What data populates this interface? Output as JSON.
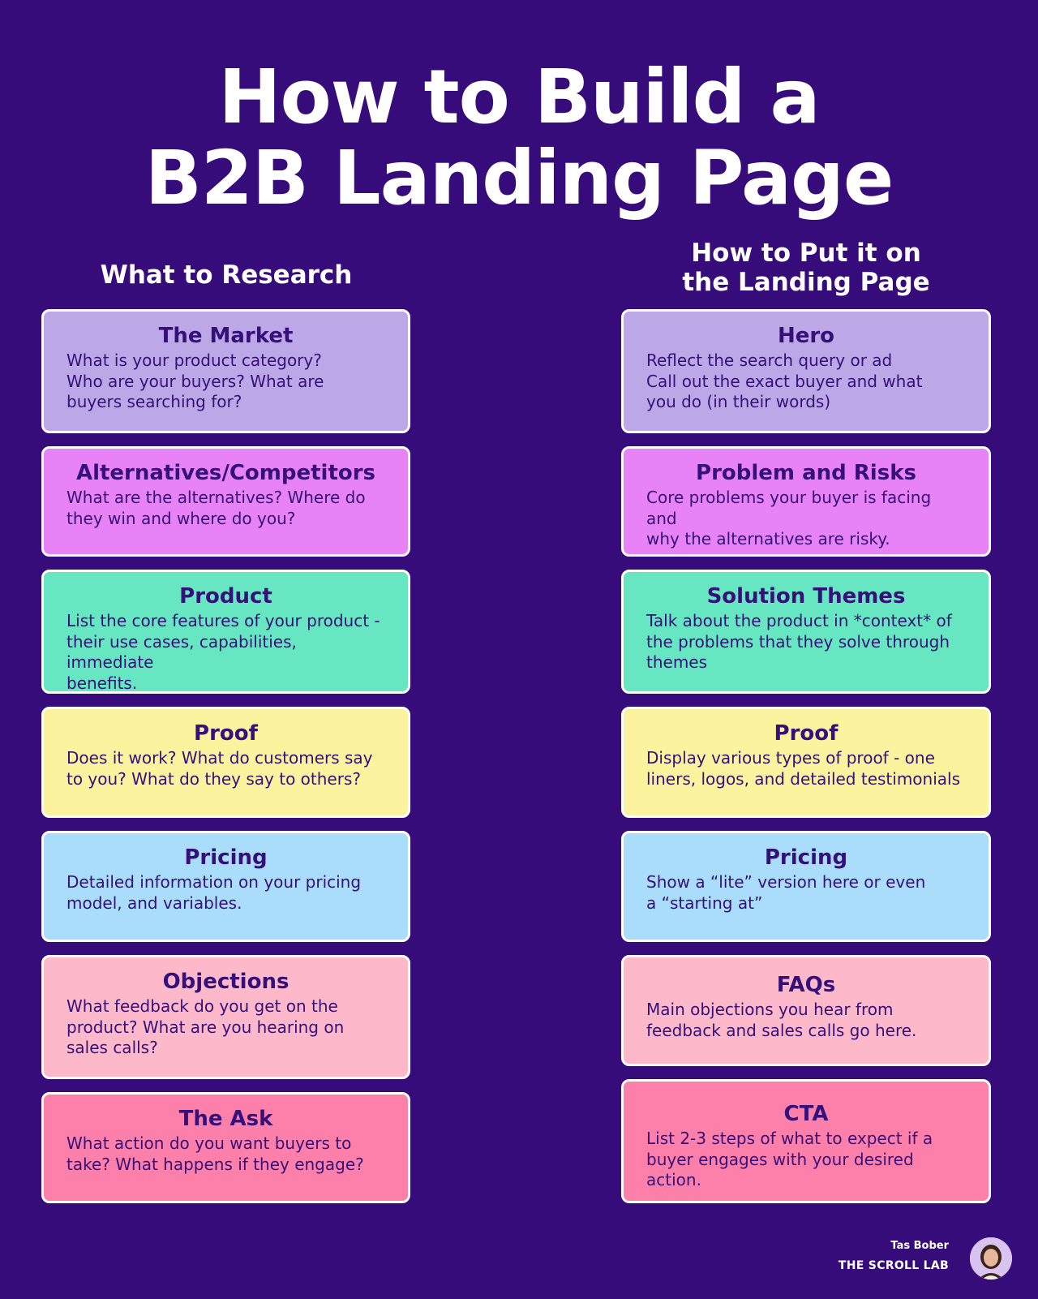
{
  "title": {
    "line1": "How to Build a",
    "line2": "B2B Landing Page"
  },
  "left_column": {
    "heading": "What to Research",
    "cards": [
      {
        "title": "The Market",
        "body": "What is your product category?\nWho are your buyers? What are\nbuyers searching for?",
        "color": "#bca8e6"
      },
      {
        "title": "Alternatives/Competitors",
        "body": "What are the alternatives? Where do\nthey win and where do you?",
        "color": "#e882f7"
      },
      {
        "title": "Product",
        "body": "List the core features of your product -\ntheir use cases, capabilities, immediate\nbenefits.",
        "color": "#66e6c1"
      },
      {
        "title": "Proof",
        "body": "Does it work? What do customers say\nto you? What do they say to others?",
        "color": "#fbf39d"
      },
      {
        "title": "Pricing",
        "body": "Detailed information on your pricing\nmodel, and variables.",
        "color": "#aadcfc"
      },
      {
        "title": "Objections",
        "body": "What feedback do you get on the\nproduct? What are you hearing on\nsales calls?",
        "color": "#fdb8c9"
      },
      {
        "title": "The Ask",
        "body": "What action do you want buyers to\ntake? What happens if they engage?",
        "color": "#fd80aa"
      }
    ]
  },
  "right_column": {
    "heading_line1": "How to Put it on",
    "heading_line2": "the Landing Page",
    "cards": [
      {
        "title": "Hero",
        "body": "Reflect the search query or ad\nCall out the exact buyer and what\nyou do (in their words)",
        "color": "#bca8e6"
      },
      {
        "title": "Problem and Risks",
        "body": "Core problems your buyer is facing and\nwhy the alternatives are risky.",
        "color": "#e882f7"
      },
      {
        "title": "Solution Themes",
        "body": "Talk about the product in *context* of\nthe problems that they solve through\nthemes",
        "color": "#66e6c1"
      },
      {
        "title": "Proof",
        "body": "Display various types of proof - one\nliners, logos, and detailed testimonials",
        "color": "#fbf39d"
      },
      {
        "title": "Pricing",
        "body": "Show a “lite” version here or even\na “starting at”",
        "color": "#aadcfc"
      },
      {
        "title": "FAQs",
        "body": "Main objections you hear from\nfeedback and sales calls go here.",
        "color": "#fdb8c9"
      },
      {
        "title": "CTA",
        "body": "List 2-3 steps of what to expect if a\nbuyer engages with your desired action.",
        "color": "#fd80aa"
      }
    ]
  },
  "footer": {
    "author": "Tas Bober",
    "brand": "THE SCROLL LAB"
  }
}
